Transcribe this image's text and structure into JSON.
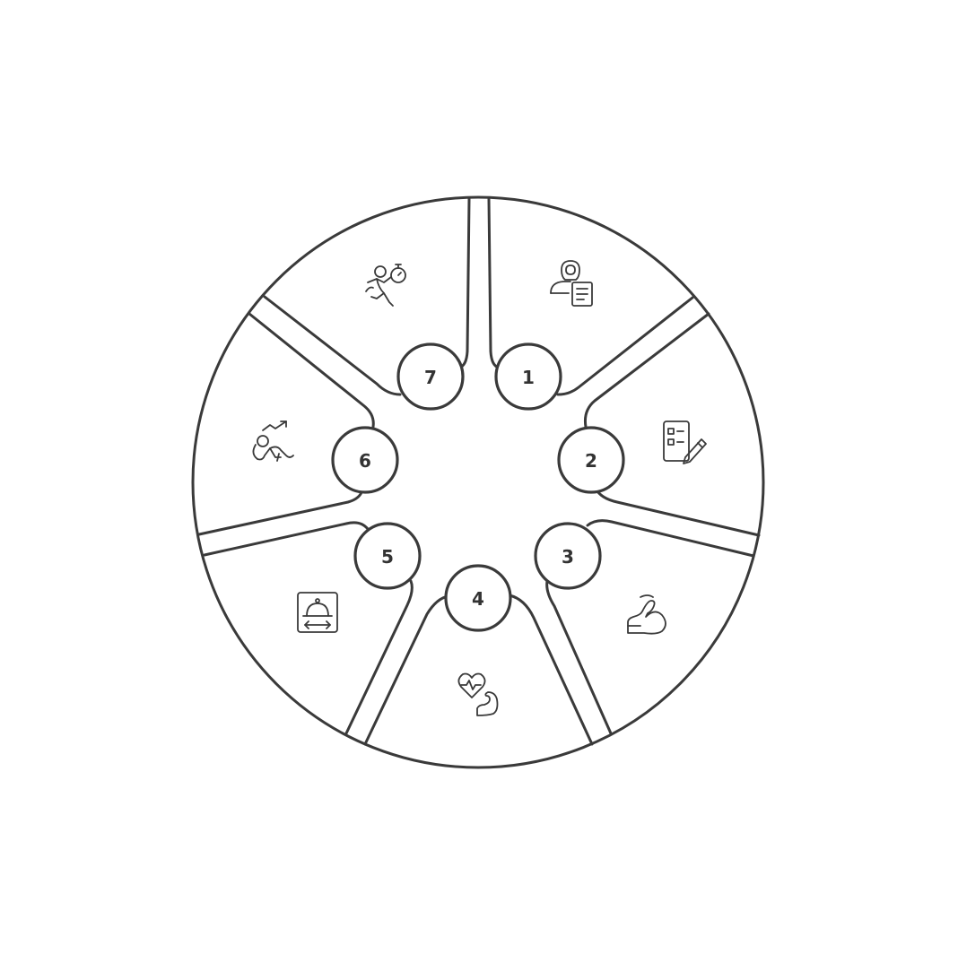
{
  "diagram": {
    "segments": [
      {
        "label": "1",
        "icon": "person-document-icon"
      },
      {
        "label": "2",
        "icon": "checklist-pencil-icon"
      },
      {
        "label": "3",
        "icon": "flexed-arm-icon"
      },
      {
        "label": "4",
        "icon": "heart-arm-icon"
      },
      {
        "label": "5",
        "icon": "food-scale-icon"
      },
      {
        "label": "6",
        "icon": "progress-exercise-icon"
      },
      {
        "label": "7",
        "icon": "runner-stopwatch-icon"
      }
    ],
    "colors": {
      "stroke": "#3a3a3a",
      "background": "#ffffff",
      "text": "#333333"
    }
  }
}
